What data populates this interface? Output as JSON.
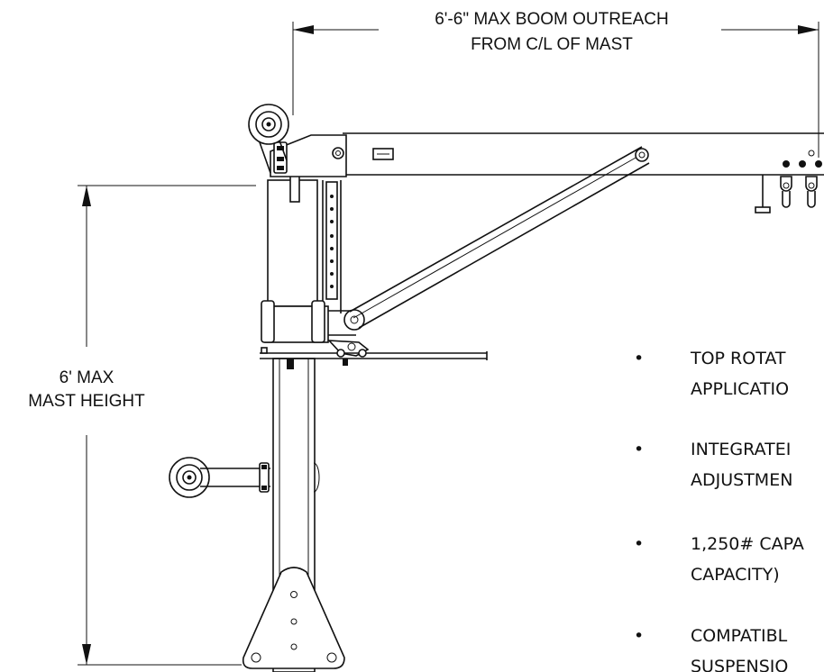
{
  "dimensions": {
    "boom_outreach": {
      "line1": "6'-6\" MAX BOOM OUTREACH",
      "line2": "FROM C/L OF MAST"
    },
    "mast_height": {
      "line1": "6' MAX",
      "line2": "MAST HEIGHT"
    }
  },
  "features": [
    {
      "line1": "TOP ROTAT",
      "line2": "APPLICATIO"
    },
    {
      "line1": "INTEGRATEI",
      "line2": "ADJUSTMEN"
    },
    {
      "line1": "1,250# CAPA",
      "line2": "CAPACITY)"
    },
    {
      "line1": "COMPATIBL",
      "line2": "SUSPENSIO"
    }
  ],
  "bullet_glyph": "•"
}
